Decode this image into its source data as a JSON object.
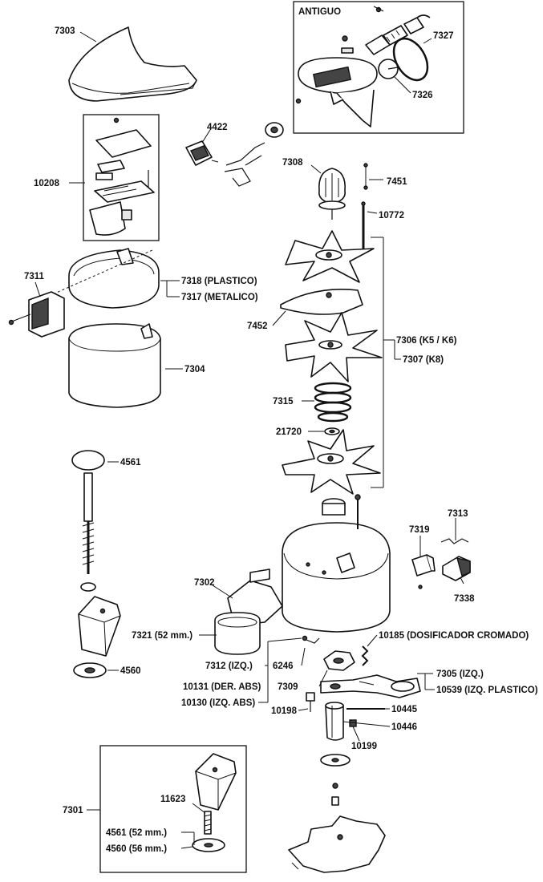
{
  "diagram": {
    "inset_title": "ANTIGUO",
    "labels": {
      "l7303": "7303",
      "l10208": "10208",
      "l4422": "4422",
      "l7327": "7327",
      "l7326": "7326",
      "l7308": "7308",
      "l7451": "7451",
      "l10772": "10772",
      "l7311": "7311",
      "l7318": "7318 (PLASTICO)",
      "l7317": "7317 (METALICO)",
      "l7452": "7452",
      "l7306": "7306 (K5 / K6)",
      "l7307": "7307 (K8)",
      "l7304": "7304",
      "l7315": "7315",
      "l21720": "21720",
      "l4561": "4561",
      "l7313": "7313",
      "l7319": "7319",
      "l7338": "7338",
      "l7302": "7302",
      "l7321": "7321 (52 mm.)",
      "l10185": "10185 (DOSIFICADOR CROMADO)",
      "l7305": "7305 (IZQ.)",
      "l10539": "10539 (IZQ. PLASTICO)",
      "l7312": "7312 (IZQ.)",
      "l6246": "6246",
      "l10131": "10131 (DER. ABS)",
      "l7309": "7309",
      "l10130": "10130 (IZQ. ABS)",
      "l10198": "10198",
      "l10445": "10445",
      "l10446": "10446",
      "l10199": "10199",
      "l4560": "4560",
      "l7301": "7301",
      "l11623": "11623",
      "l4561b": "4561 (52 mm.)",
      "l4560b": "4560 (56 mm.)"
    }
  }
}
